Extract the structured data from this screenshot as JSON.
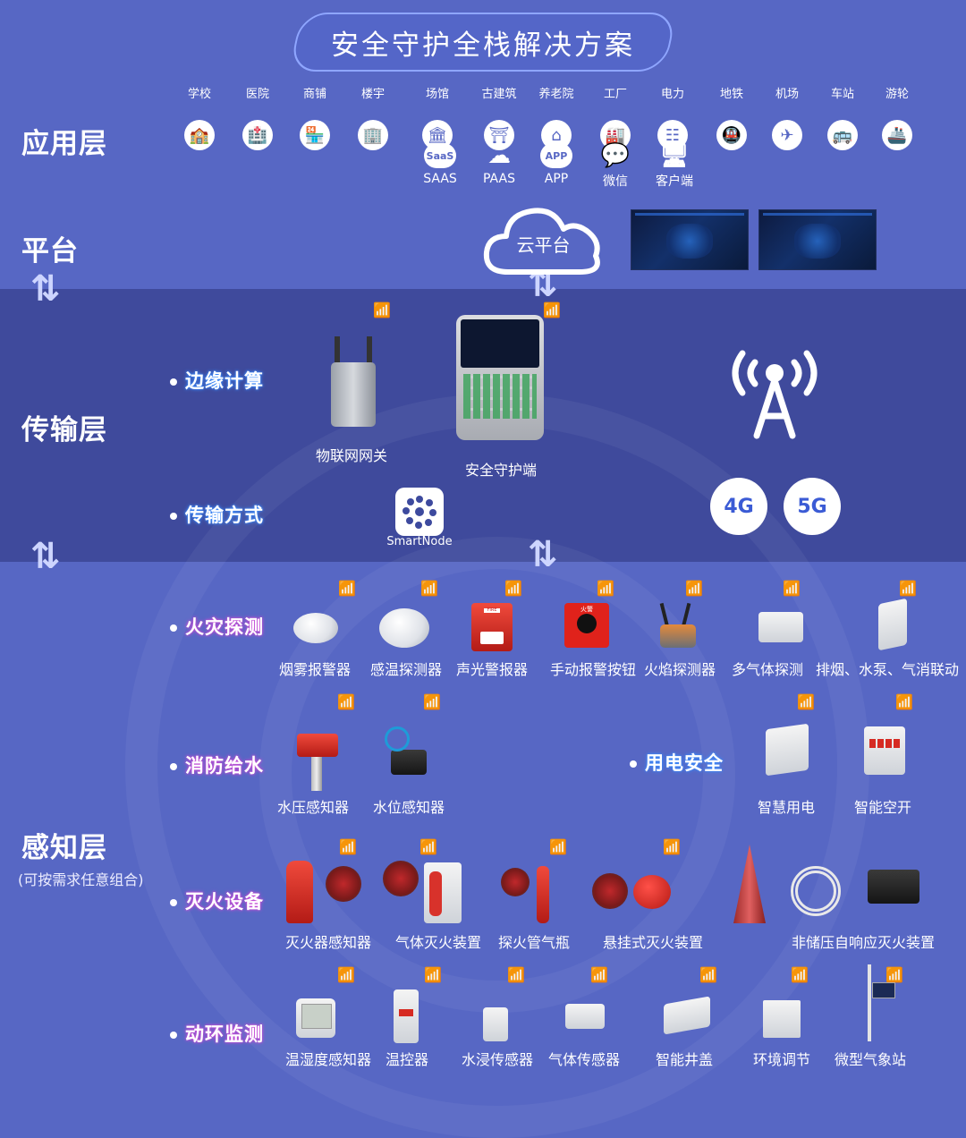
{
  "title": "安全守护全栈解决方案",
  "layers": {
    "application": "应用层",
    "platform": "平台",
    "transport": "传输层",
    "perception": "感知层",
    "perception_note": "(可按需求任意组合)"
  },
  "apps": [
    {
      "label": "学校",
      "icon": "school-icon",
      "glyph": "🏫"
    },
    {
      "label": "医院",
      "icon": "hospital-icon",
      "glyph": "🏥"
    },
    {
      "label": "商铺",
      "icon": "shop-icon",
      "glyph": "🏪"
    },
    {
      "label": "楼宇",
      "icon": "building-icon",
      "glyph": "🏢"
    },
    {
      "label": "场馆",
      "icon": "venue-icon",
      "glyph": "🏛"
    },
    {
      "label": "古建筑",
      "icon": "ancient-building-icon",
      "glyph": "⛩"
    },
    {
      "label": "养老院",
      "icon": "nursing-home-icon",
      "glyph": "⌂"
    },
    {
      "label": "工厂",
      "icon": "factory-icon",
      "glyph": "🏭"
    },
    {
      "label": "电力",
      "icon": "power-icon",
      "glyph": "☷"
    },
    {
      "label": "地铁",
      "icon": "metro-icon",
      "glyph": "🚇"
    },
    {
      "label": "机场",
      "icon": "airport-icon",
      "glyph": "✈"
    },
    {
      "label": "车站",
      "icon": "station-icon",
      "glyph": "🚌"
    },
    {
      "label": "游轮",
      "icon": "cruise-icon",
      "glyph": "🚢"
    }
  ],
  "services": [
    {
      "label": "SAAS",
      "icon": "saas-icon",
      "glyph": "SaaS"
    },
    {
      "label": "PAAS",
      "icon": "paas-icon",
      "glyph": "☁"
    },
    {
      "label": "APP",
      "icon": "app-icon",
      "glyph": "APP"
    },
    {
      "label": "微信",
      "icon": "wechat-icon",
      "glyph": "💬"
    },
    {
      "label": "客户端",
      "icon": "desktop-client-icon",
      "glyph": "🖥"
    }
  ],
  "cloud": "云平台",
  "transport": {
    "edge": "边缘计算",
    "method": "传输方式",
    "gateway": "物联网网关",
    "terminal": "安全守护端",
    "smartnode": "SmartNode",
    "badge_4g": "4G",
    "badge_5g": "5G"
  },
  "categories": {
    "fire": "火灾探测",
    "water": "消防给水",
    "electric": "用电安全",
    "extinguish": "灭火设备",
    "env": "动环监测"
  },
  "fire_devices": [
    "烟雾报警器",
    "感温探测器",
    "声光警报器",
    "手动报警按钮",
    "火焰探测器",
    "多气体探测",
    "排烟、水泵、气消联动"
  ],
  "water_devices": [
    "水压感知器",
    "水位感知器"
  ],
  "electric_devices": [
    "智慧用电",
    "智能空开"
  ],
  "extinguish_devices": [
    "灭火器感知器",
    "气体灭火装置",
    "探火管气瓶",
    "悬挂式灭火装置",
    "非储压自响应灭火装置"
  ],
  "env_devices": [
    "温湿度感知器",
    "温控器",
    "水浸传感器",
    "气体传感器",
    "智能井盖",
    "环境调节",
    "微型气象站"
  ],
  "device_text": {
    "fire_panel": "FIRE",
    "alarm_button": "火警"
  },
  "colors": {
    "background": "#5767c4",
    "band": "#3f4a9c",
    "glow_blue": "#3a8cff",
    "glow_pink": "#d04bd8"
  }
}
